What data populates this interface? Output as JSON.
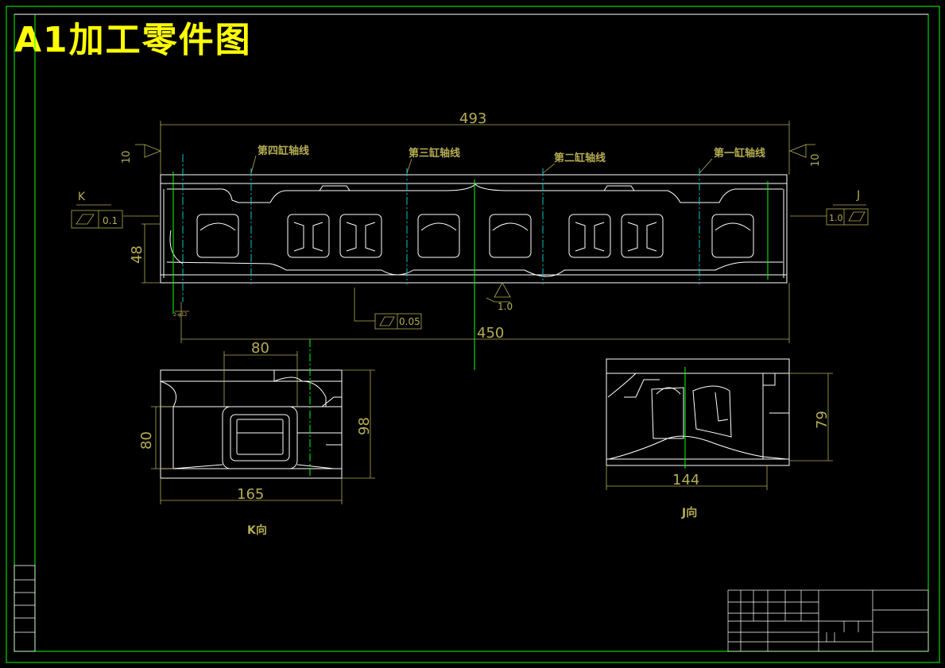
{
  "title": "A1加工零件图",
  "cylinder_axes": [
    "第四缸轴线",
    "第三缸轴线",
    "第二缸轴线",
    "第一缸轴线"
  ],
  "dimensions": {
    "overall_length": "493",
    "axis_span": "450",
    "height_front": "48",
    "datum_left": "10",
    "datum_right": "10",
    "k_view_width_top": "80",
    "k_view_width_bottom": "165",
    "k_view_height_left": "80",
    "k_view_height_right": "98",
    "j_view_height": "79",
    "j_view_width": "144",
    "small_left": "2-φ12"
  },
  "tolerances": {
    "left_flatness": "0.1",
    "right_flatness": "1.0",
    "bottom_flatness": "0.05",
    "bottom_datum": "1.0"
  },
  "view_markers": {
    "k_arrow": "K",
    "j_arrow": "J"
  },
  "view_labels": {
    "k_view": "K向",
    "j_view": "J向"
  },
  "colors": {
    "background": "#000000",
    "frame": "#00ff00",
    "outline": "#ffffff",
    "dimension": "#b5ad52",
    "centerline": "#00c8c8",
    "title": "#ffff00"
  }
}
